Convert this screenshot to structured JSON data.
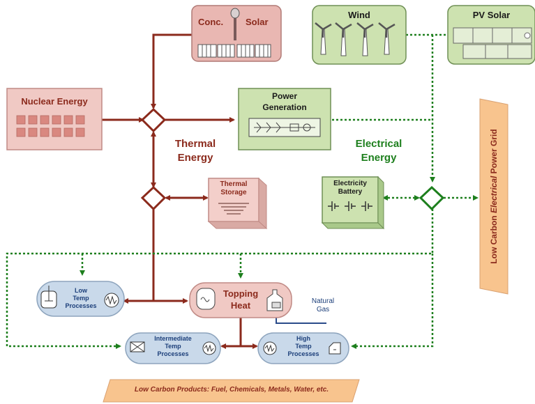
{
  "sources": {
    "conc_solar": {
      "line1": "Conc.",
      "line2": "Solar"
    },
    "wind": "Wind",
    "pv_solar": "PV Solar",
    "nuclear": "Nuclear Energy"
  },
  "power_generation": {
    "line1": "Power",
    "line2": "Generation"
  },
  "thermal_energy": {
    "line1": "Thermal",
    "line2": "Energy"
  },
  "electrical_energy": {
    "line1": "Electrical",
    "line2": "Energy"
  },
  "thermal_storage": {
    "line1": "Thermal",
    "line2": "Storage"
  },
  "electricity_battery": {
    "line1": "Electricity",
    "line2": "Battery"
  },
  "grid": {
    "label_start": "Low Carbon ",
    "label_em": "Electrical",
    "label_end": " Power Grid"
  },
  "processes": {
    "low": {
      "line1": "Low",
      "line2": "Temp",
      "line3": "Processes"
    },
    "topping": {
      "line1": "Topping",
      "line2": "Heat"
    },
    "natural_gas": {
      "line1": "Natural",
      "line2": "Gas"
    },
    "intermediate": {
      "line1": "Intermediate",
      "line2": "Temp",
      "line3": "Processes"
    },
    "high": {
      "line1": "High",
      "line2": "Temp",
      "line3": "Processes"
    }
  },
  "products": "Low Carbon Products: Fuel, Chemicals, Metals, Water, etc.",
  "colors": {
    "thermal_line": "#8b2a1c",
    "electric_line": "#1d7f1d",
    "nuclear_fill": "#f0c9c4",
    "green_fill": "#cde2b0",
    "process_fill": "#c9d9ea",
    "banner_fill": "#f8c48e"
  }
}
